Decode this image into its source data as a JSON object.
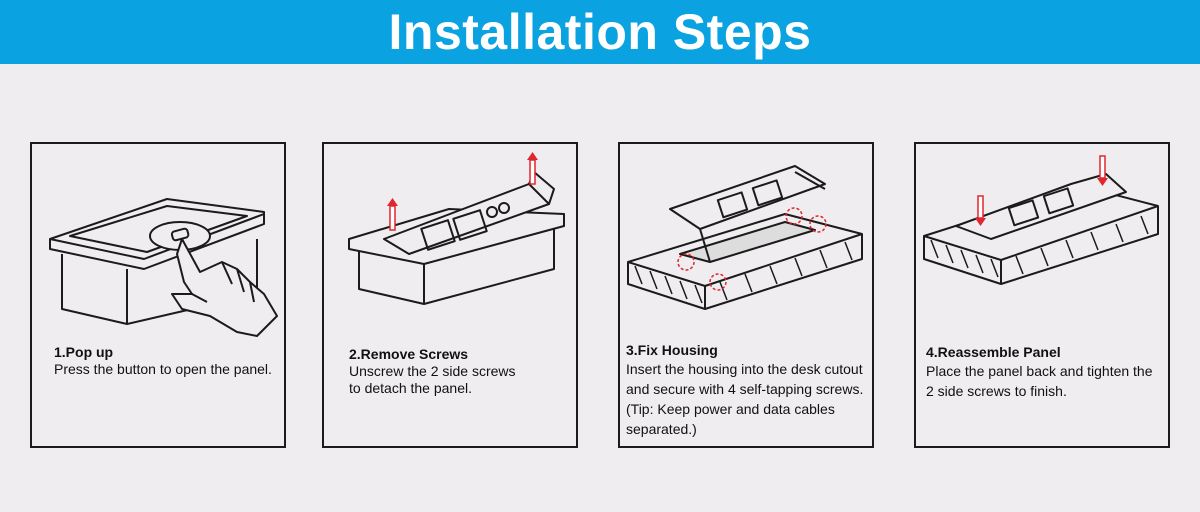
{
  "header": {
    "title": "Installation Steps"
  },
  "colors": {
    "banner": "#0aa2e0",
    "screw_highlight": "#e0262e",
    "line": "#1b1b1b",
    "background": "#efedef"
  },
  "steps": [
    {
      "title": "1.Pop up",
      "body": "Press the button to open the panel."
    },
    {
      "title": "2.Remove Screws",
      "body": "Unscrew the 2 side screws\nto detach the panel."
    },
    {
      "title": "3.Fix Housing",
      "body": "Insert the housing into the desk cutout\nand secure with 4 self-tapping screws.\n(Tip: Keep power and data cables\nseparated.)"
    },
    {
      "title": "4.Reassemble Panel",
      "body": "Place the panel back and tighten the\n2 side screws to finish."
    }
  ],
  "icons": [
    "pop-up-socket-illustration",
    "hand-pointer-icon",
    "screwdriver-arrow-icon",
    "desk-cutout-illustration",
    "screw-highlight-icon"
  ]
}
